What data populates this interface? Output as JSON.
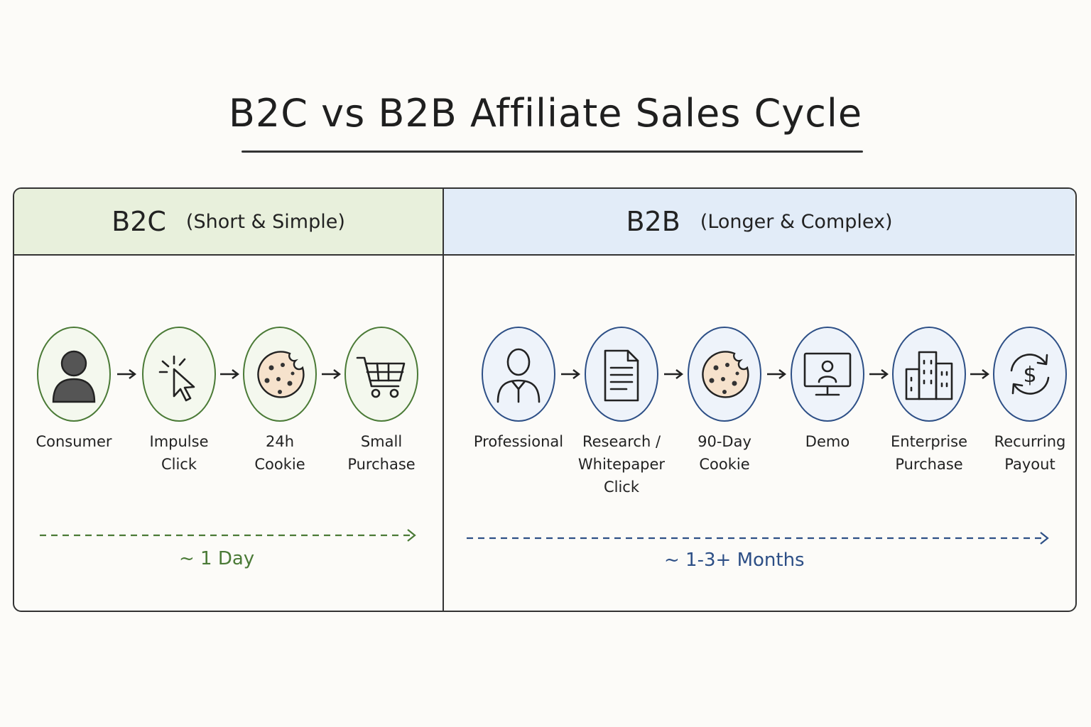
{
  "title": "B2C vs B2B Affiliate Sales Cycle",
  "b2c": {
    "heading": "B2C",
    "subheading": "(Short & Simple)",
    "duration": "~ 1 Day",
    "color": "#4a7a36",
    "steps": [
      {
        "label_lines": [
          "Consumer"
        ],
        "icon": "person-icon"
      },
      {
        "label_lines": [
          "Impulse",
          "Click"
        ],
        "icon": "cursor-click-icon"
      },
      {
        "label_lines": [
          "24h",
          "Cookie"
        ],
        "icon": "cookie-icon"
      },
      {
        "label_lines": [
          "Small",
          "Purchase"
        ],
        "icon": "shopping-cart-icon"
      }
    ]
  },
  "b2b": {
    "heading": "B2B",
    "subheading": "(Longer & Complex)",
    "duration": "~ 1-3+ Months",
    "color": "#2d4f86",
    "steps": [
      {
        "label_lines": [
          "Professional"
        ],
        "icon": "professional-person-icon"
      },
      {
        "label_lines": [
          "Research /",
          "Whitepaper",
          "Click"
        ],
        "icon": "document-icon"
      },
      {
        "label_lines": [
          "90-Day",
          "Cookie"
        ],
        "icon": "cookie-icon"
      },
      {
        "label_lines": [
          "Demo"
        ],
        "icon": "monitor-demo-icon"
      },
      {
        "label_lines": [
          "Enterprise",
          "Purchase"
        ],
        "icon": "building-icon"
      },
      {
        "label_lines": [
          "Recurring",
          "Payout"
        ],
        "icon": "recurring-dollar-icon"
      }
    ]
  }
}
